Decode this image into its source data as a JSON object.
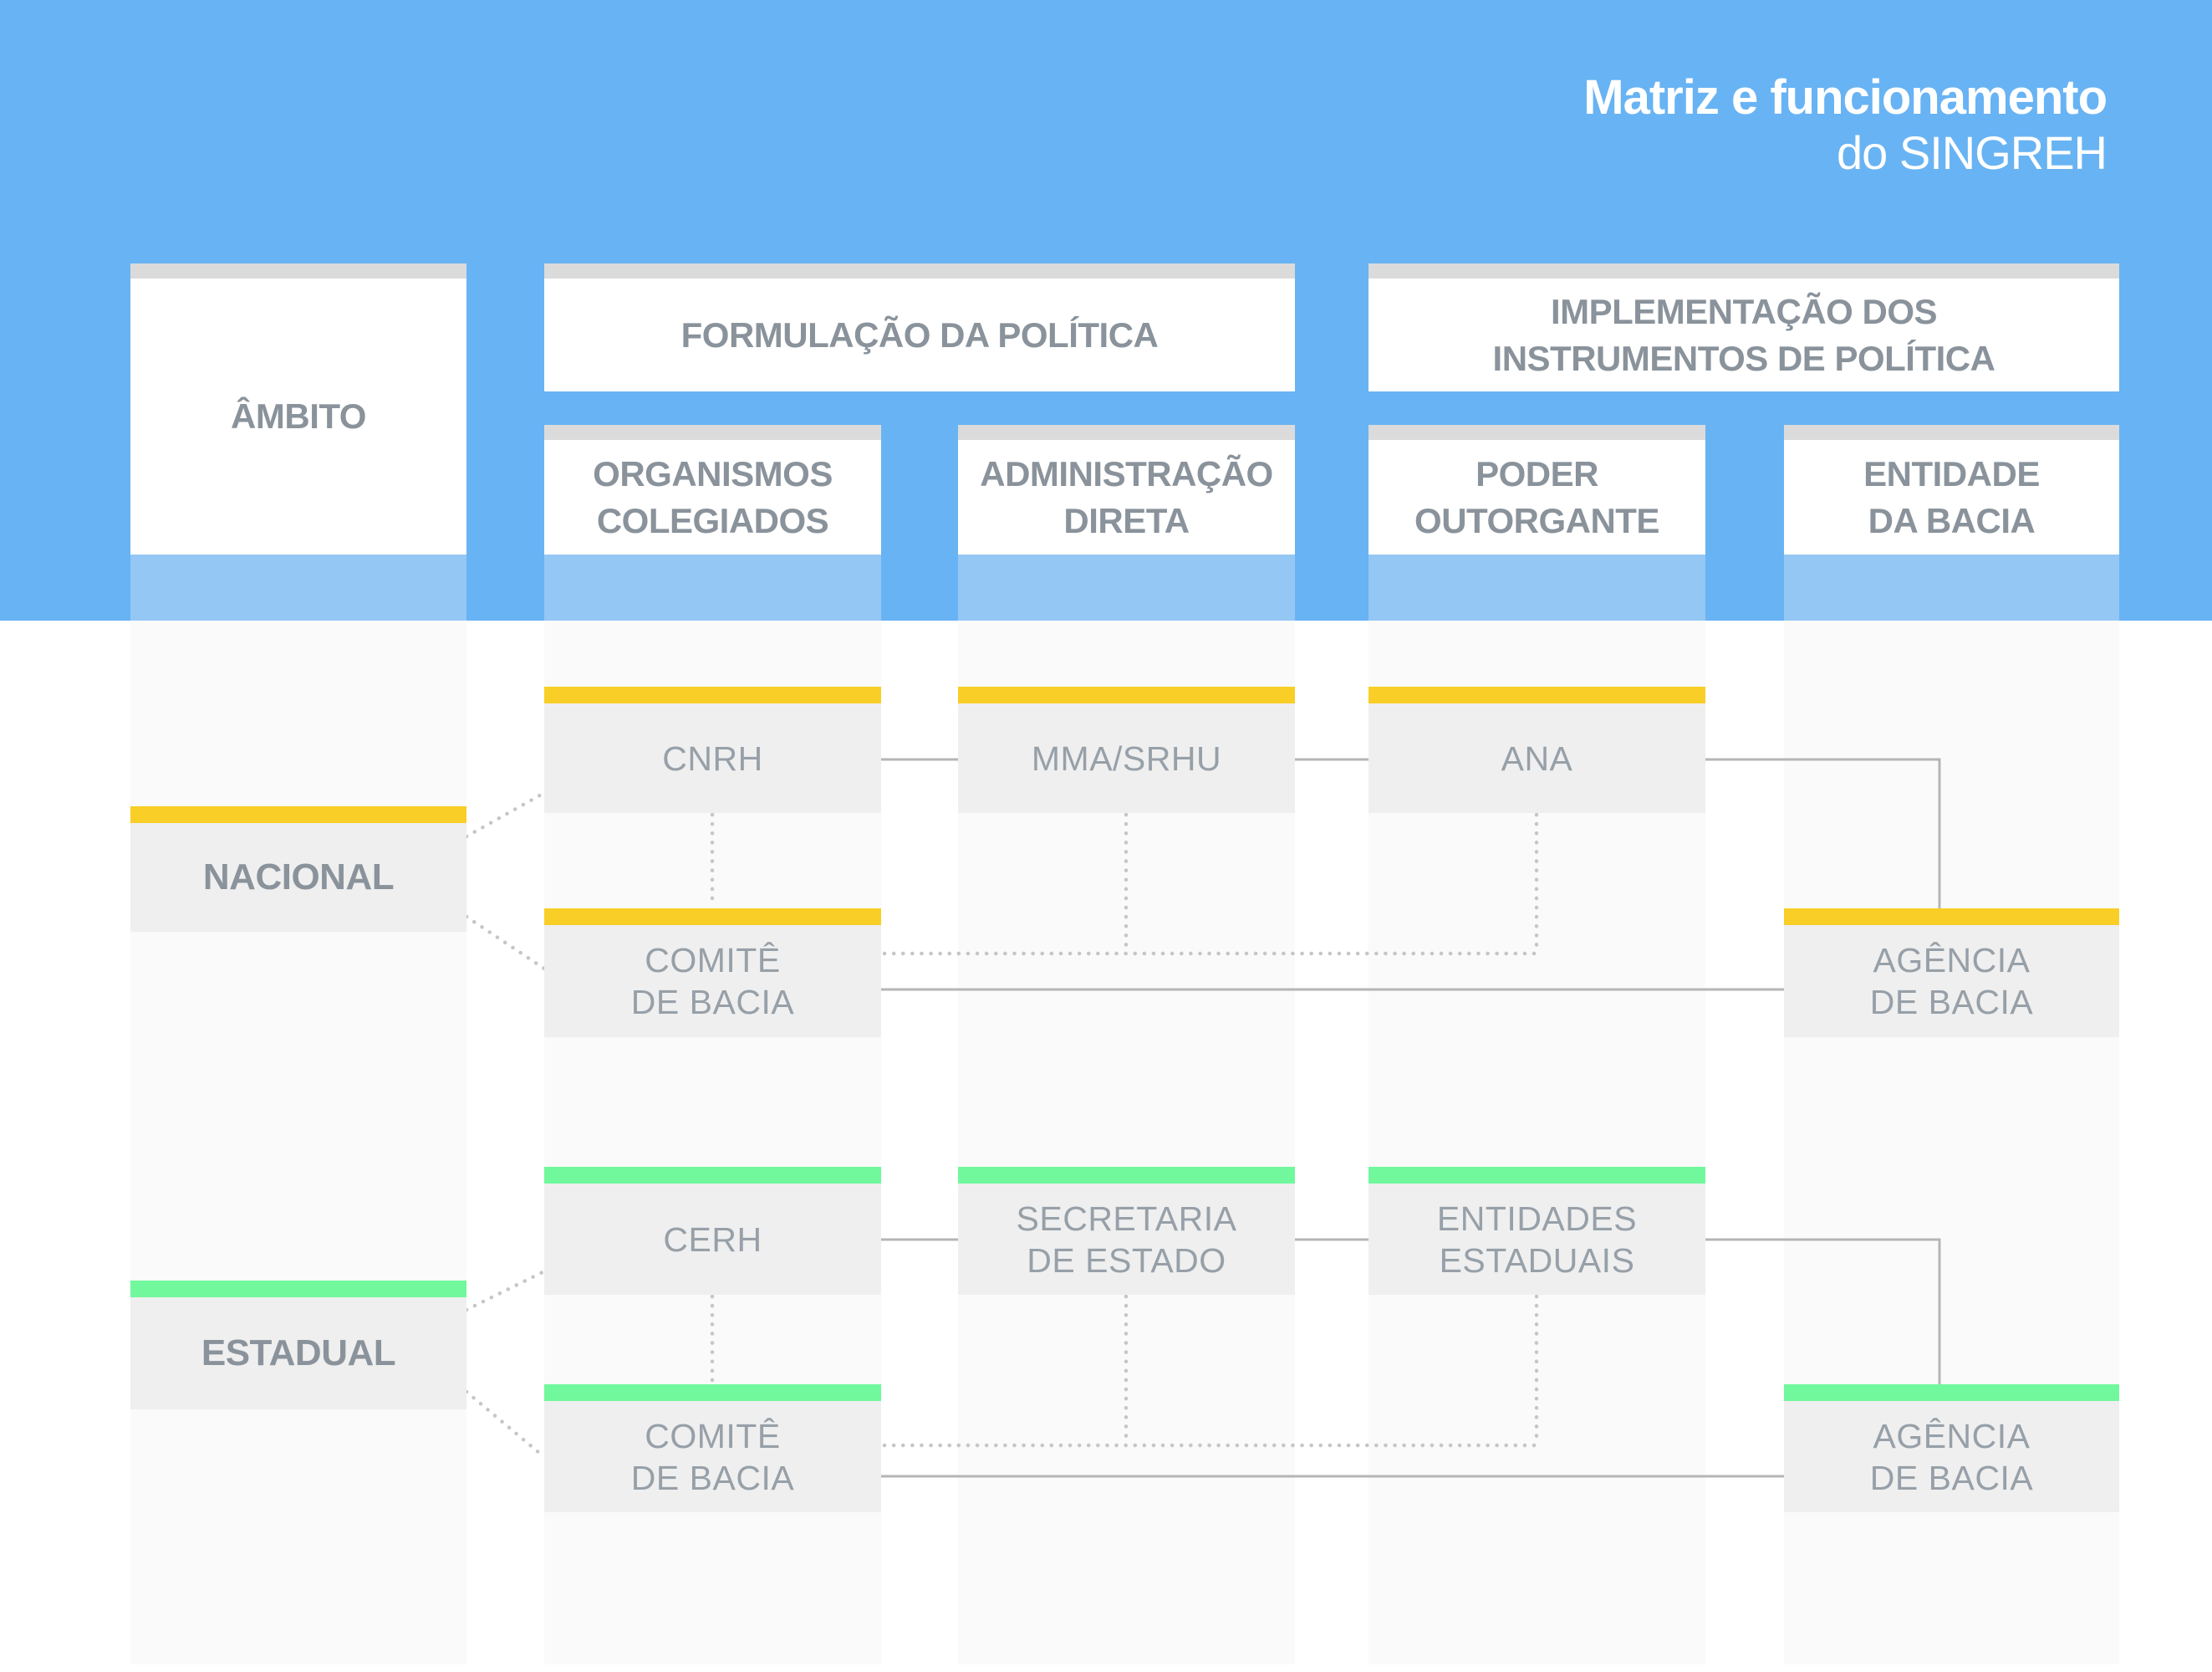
{
  "title": {
    "line1": "Matriz e funcionamento",
    "line2": "do SINGREH"
  },
  "ambito_label": "ÂMBITO",
  "group_headers": [
    {
      "label": "FORMULAÇÃO DA POLÍTICA"
    },
    {
      "label": "IMPLEMENTAÇÃO DOS\nINSTRUMENTOS DE POLÍTICA"
    }
  ],
  "column_headers": [
    {
      "label": "ORGANISMOS\nCOLEGIADOS"
    },
    {
      "label": "ADMINISTRAÇÃO\nDIRETA"
    },
    {
      "label": "PODER\nOUTORGANTE"
    },
    {
      "label": "ENTIDADE\nDA BACIA"
    }
  ],
  "row_labels": {
    "national": "NACIONAL",
    "state": "ESTADUAL"
  },
  "boxes": {
    "cnrh": "CNRH",
    "mma": "MMA/SRHU",
    "ana": "ANA",
    "comite_nacional": "COMITÊ\nDE BACIA",
    "agencia_nacional": "AGÊNCIA\nDE BACIA",
    "cerh": "CERH",
    "secretaria": "SECRETARIA\nDE ESTADO",
    "entidades": "ENTIDADES\nESTADUAIS",
    "comite_estadual": "COMITÊ\nDE BACIA",
    "agencia_estadual": "AGÊNCIA\nDE BACIA"
  },
  "colors": {
    "header_blue": "#68B3F3",
    "band_blue": "#94C7F4",
    "band_gray": "#FAFAFA",
    "box_fill": "#EFEFEF",
    "strip_gray": "#DBDBDB",
    "accent_yellow": "#F8CE27",
    "accent_green": "#71F89D",
    "header_text": "#8A939B",
    "label_text": "#97A0A8",
    "title_text": "#FFFFFF",
    "line_solid": "#B5B5B5",
    "line_dotted": "#C6C6C6"
  }
}
